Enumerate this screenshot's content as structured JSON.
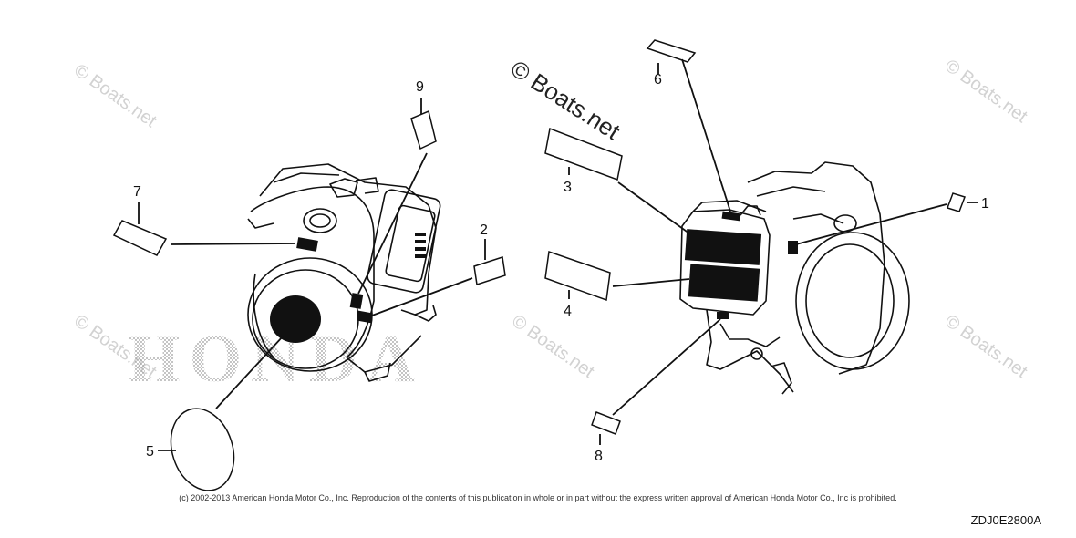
{
  "callouts": {
    "c1": "1",
    "c2": "2",
    "c3": "3",
    "c4": "4",
    "c5": "5",
    "c6": "6",
    "c7": "7",
    "c8": "8",
    "c9": "9"
  },
  "watermark": {
    "main": "© Boats.net",
    "faint": "© Boats.net",
    "brand_logo": "HONDA"
  },
  "copyright": "(c) 2002-2013 American Honda Motor Co., Inc. Reproduction of the contents of this publication in whole or in part without the express written approval of American Honda Motor Co., Inc is prohibited.",
  "drawing_code": "ZDJ0E2800A",
  "colors": {
    "line": "#111111",
    "label_fill": "#111111",
    "watermark": "#d2d2d2"
  }
}
